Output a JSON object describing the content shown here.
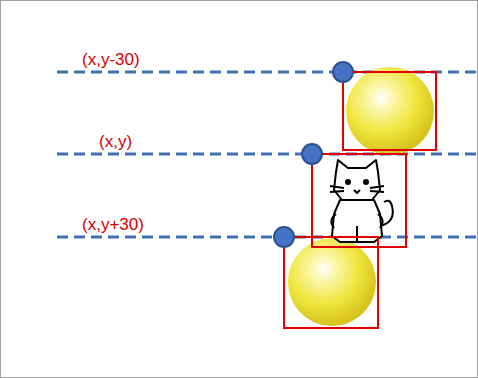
{
  "diagram": {
    "labels": [
      "(x,y-30)",
      "(x,y)",
      "(x,y+30)"
    ]
  }
}
